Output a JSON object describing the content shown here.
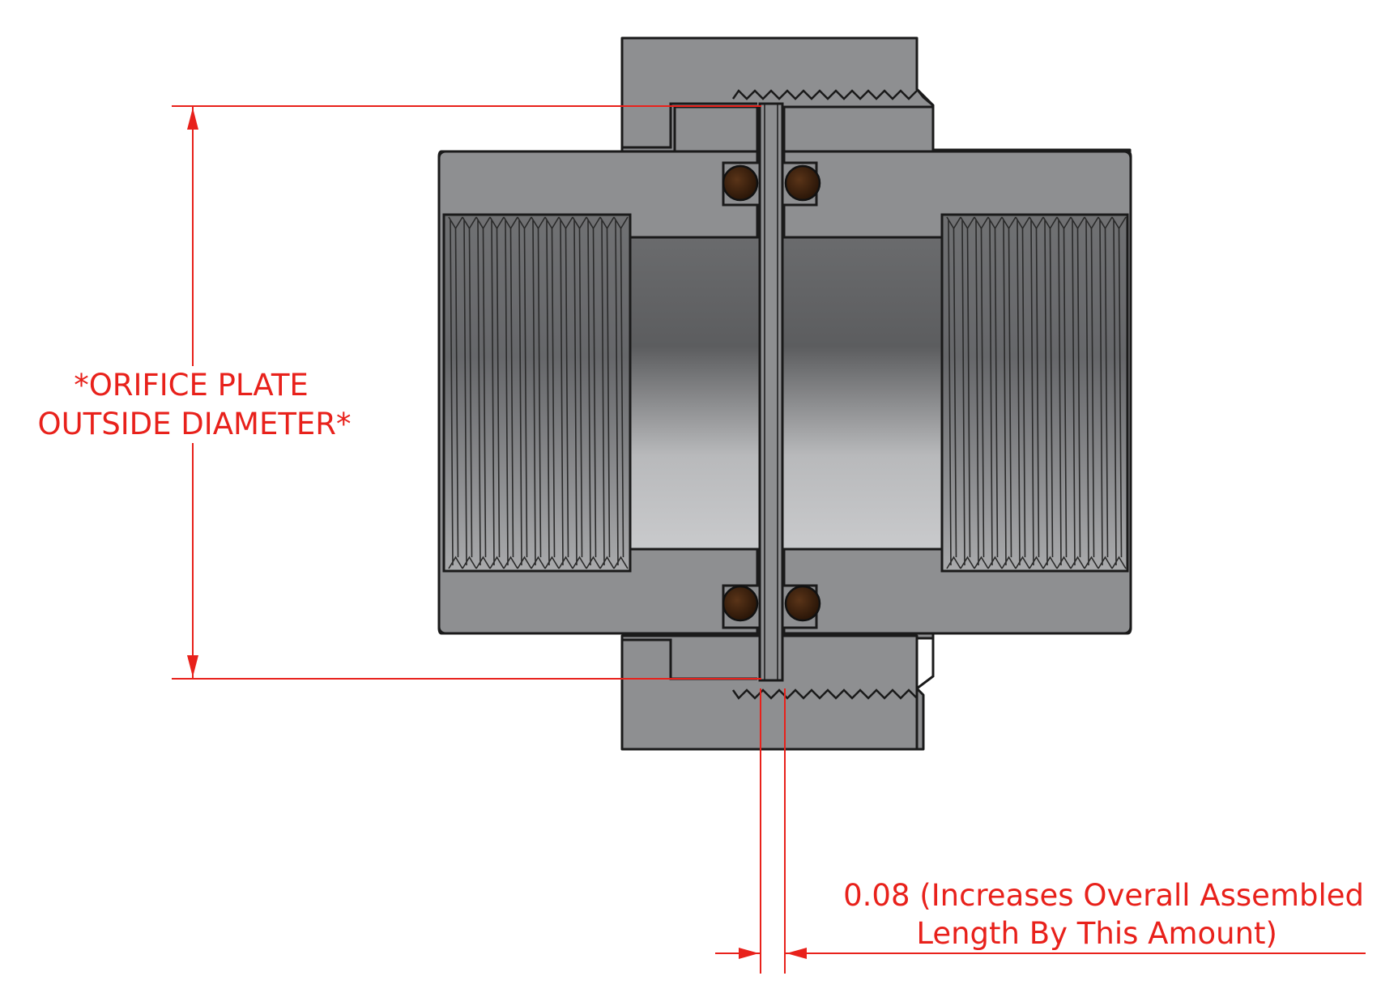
{
  "colors": {
    "dimension": "#e8211b",
    "body": "#8e8f91",
    "bore_dark": "#5a5b5d",
    "bore_light": "#c5c6c8",
    "outline": "#1a1a1a",
    "oring": "#3a2210"
  },
  "annotations": {
    "orifice_od_line1": "*ORIFICE PLATE",
    "orifice_od_line2": "OUTSIDE DIAMETER*",
    "thickness_line1": "0.08 (Increases Overall Assembled",
    "thickness_line2": "Length By This Amount)"
  }
}
